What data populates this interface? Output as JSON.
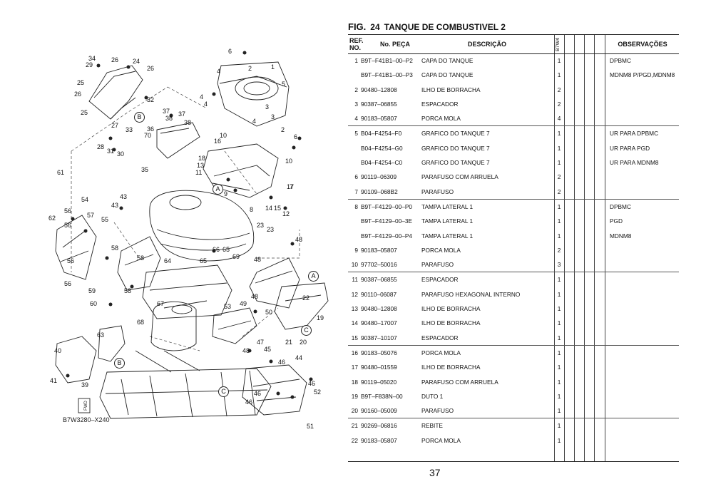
{
  "figure": {
    "fig_label": "FIG.",
    "number": "24",
    "title": "TANQUE DE COMBUSTIVEL 2"
  },
  "headers": {
    "ref_no": "REF. NO.",
    "part_no": "No. PEÇA",
    "description": "DESCRIÇÃO",
    "model": "B7W4",
    "remarks": "OBSERVAÇÕES"
  },
  "rows": [
    {
      "ref": "1",
      "part_no": "B9T–F41B1–00–P2",
      "desc": "CAPA DO TANQUE",
      "qty": "1",
      "remarks": "DPBMC",
      "sep": false
    },
    {
      "ref": "",
      "part_no": "B9T–F41B1–00–P3",
      "desc": "CAPA DO TANQUE",
      "qty": "1",
      "remarks": "MDNM8 P/PGD,MDNM8",
      "sep": false
    },
    {
      "ref": "2",
      "part_no": "90480–12808",
      "desc": "ILHO DE BORRACHA",
      "qty": "2",
      "remarks": "",
      "sep": false
    },
    {
      "ref": "3",
      "part_no": "90387–06855",
      "desc": "ESPACADOR",
      "qty": "2",
      "remarks": "",
      "sep": false
    },
    {
      "ref": "4",
      "part_no": "90183–05807",
      "desc": "PORCA MOLA",
      "qty": "4",
      "remarks": "",
      "sep": false
    },
    {
      "ref": "5",
      "part_no": "B04–F4254–F0",
      "desc": "GRAFICO DO TANQUE 7",
      "qty": "1",
      "remarks": "UR PARA DPBMC",
      "sep": true
    },
    {
      "ref": "",
      "part_no": "B04–F4254–G0",
      "desc": "GRAFICO DO TANQUE 7",
      "qty": "1",
      "remarks": "UR PARA PGD",
      "sep": false
    },
    {
      "ref": "",
      "part_no": "B04–F4254–C0",
      "desc": "GRAFICO DO TANQUE 7",
      "qty": "1",
      "remarks": "UR PARA MDNM8",
      "sep": false
    },
    {
      "ref": "6",
      "part_no": "90119–06309",
      "desc": "PARAFUSO COM ARRUELA",
      "qty": "2",
      "remarks": "",
      "sep": false
    },
    {
      "ref": "7",
      "part_no": "90109–068B2",
      "desc": "PARAFUSO",
      "qty": "2",
      "remarks": "",
      "sep": false
    },
    {
      "ref": "8",
      "part_no": "B9T–F4129–00–P0",
      "desc": "TAMPA LATERAL 1",
      "qty": "1",
      "remarks": "DPBMC",
      "sep": true
    },
    {
      "ref": "",
      "part_no": "B9T–F4129–00–3E",
      "desc": "TAMPA LATERAL 1",
      "qty": "1",
      "remarks": "PGD",
      "sep": false
    },
    {
      "ref": "",
      "part_no": "B9T–F4129–00–P4",
      "desc": "TAMPA LATERAL 1",
      "qty": "1",
      "remarks": "MDNM8",
      "sep": false
    },
    {
      "ref": "9",
      "part_no": "90183–05807",
      "desc": "PORCA MOLA",
      "qty": "2",
      "remarks": "",
      "sep": false
    },
    {
      "ref": "10",
      "part_no": "97702–50016",
      "desc": "PARAFUSO",
      "qty": "3",
      "remarks": "",
      "sep": false
    },
    {
      "ref": "11",
      "part_no": "90387–06855",
      "desc": "ESPACADOR",
      "qty": "1",
      "remarks": "",
      "sep": true
    },
    {
      "ref": "12",
      "part_no": "90110–06087",
      "desc": "PARAFUSO HEXAGONAL INTERNO",
      "qty": "1",
      "remarks": "",
      "sep": false
    },
    {
      "ref": "13",
      "part_no": "90480–12808",
      "desc": "ILHO DE BORRACHA",
      "qty": "1",
      "remarks": "",
      "sep": false
    },
    {
      "ref": "14",
      "part_no": "90480–17007",
      "desc": "ILHO DE BORRACHA",
      "qty": "1",
      "remarks": "",
      "sep": false
    },
    {
      "ref": "15",
      "part_no": "90387–10107",
      "desc": "ESPACADOR",
      "qty": "1",
      "remarks": "",
      "sep": false
    },
    {
      "ref": "16",
      "part_no": "90183–05076",
      "desc": "PORCA MOLA",
      "qty": "1",
      "remarks": "",
      "sep": true
    },
    {
      "ref": "17",
      "part_no": "90480–01559",
      "desc": "ILHO DE BORRACHA",
      "qty": "1",
      "remarks": "",
      "sep": false
    },
    {
      "ref": "18",
      "part_no": "90119–05020",
      "desc": "PARAFUSO COM ARRUELA",
      "qty": "1",
      "remarks": "",
      "sep": false
    },
    {
      "ref": "19",
      "part_no": "B9T–F838N–00",
      "desc": "DUTO 1",
      "qty": "1",
      "remarks": "",
      "sep": false
    },
    {
      "ref": "20",
      "part_no": "90160–05009",
      "desc": "PARAFUSO",
      "qty": "1",
      "remarks": "",
      "sep": false
    },
    {
      "ref": "21",
      "part_no": "90269–06816",
      "desc": "REBITE",
      "qty": "1",
      "remarks": "",
      "sep": true
    },
    {
      "ref": "22",
      "part_no": "90183–05807",
      "desc": "PORCA MOLA",
      "qty": "1",
      "remarks": "",
      "sep": false
    }
  ],
  "diagram": {
    "code": "B7W3280–X240",
    "fwd_label": "FWD",
    "circle_labels": [
      "A",
      "A",
      "B",
      "B",
      "C",
      "C"
    ],
    "callouts": [
      "34",
      "29",
      "26",
      "24",
      "26",
      "25",
      "26",
      "32",
      "25",
      "27",
      "33",
      "37",
      "38",
      "37",
      "38",
      "36",
      "70",
      "28",
      "31",
      "30",
      "35",
      "6",
      "4",
      "2",
      "1",
      "4",
      "4",
      "5",
      "3",
      "3",
      "4",
      "2",
      "6",
      "10",
      "16",
      "18",
      "13",
      "11",
      "10",
      "9",
      "8",
      "7",
      "14",
      "15",
      "12",
      "17",
      "61",
      "54",
      "43",
      "43",
      "57",
      "55",
      "56",
      "62",
      "56",
      "58",
      "58",
      "56",
      "56",
      "59",
      "58",
      "60",
      "23",
      "23",
      "48",
      "66",
      "65",
      "69",
      "64",
      "65",
      "48",
      "48",
      "49",
      "50",
      "22",
      "19",
      "21",
      "20",
      "67",
      "68",
      "63",
      "53",
      "40",
      "41",
      "39",
      "48",
      "45",
      "47",
      "46",
      "46",
      "44",
      "46",
      "52",
      "46",
      "51"
    ]
  },
  "page_number": "37"
}
